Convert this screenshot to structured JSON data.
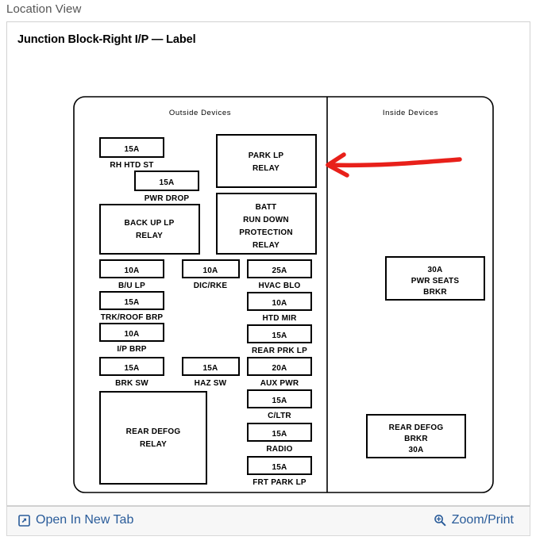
{
  "header": {
    "location_view_label": "Location View"
  },
  "card": {
    "title": "Junction Block-Right I/P — Label"
  },
  "footer": {
    "open_new_tab_label": "Open In New Tab",
    "zoom_print_label": "Zoom/Print",
    "link_color": "#2a5c9a",
    "open_new_tab_icon": "external-link-icon",
    "zoom_print_icon": "magnifier-plus-icon"
  },
  "diagram": {
    "type": "fuse-block-label",
    "annotation": {
      "kind": "red-arrow",
      "color": "#e8201a",
      "direction": "left",
      "points_at": "PARK LP RELAY"
    },
    "panels": [
      {
        "id": "outside",
        "title": "Outside  Devices"
      },
      {
        "id": "inside",
        "title": "Inside  Devices"
      }
    ],
    "outside_devices": {
      "fuses": [
        {
          "amp": "15A",
          "label": "RH HTD ST"
        },
        {
          "amp": "15A",
          "label": "PWR DROP"
        },
        {
          "amp": "10A",
          "label": "B/U LP"
        },
        {
          "amp": "10A",
          "label": "DIC/RKE"
        },
        {
          "amp": "25A",
          "label": "HVAC BLO"
        },
        {
          "amp": "15A",
          "label": "TRK/ROOF BRP"
        },
        {
          "amp": "10A",
          "label": "HTD MIR"
        },
        {
          "amp": "10A",
          "label": "I/P BRP"
        },
        {
          "amp": "15A",
          "label": "REAR PRK LP"
        },
        {
          "amp": "15A",
          "label": "BRK SW"
        },
        {
          "amp": "15A",
          "label": "HAZ SW"
        },
        {
          "amp": "20A",
          "label": "AUX PWR"
        },
        {
          "amp": "15A",
          "label": "C/LTR"
        },
        {
          "amp": "15A",
          "label": "RADIO"
        },
        {
          "amp": "15A",
          "label": "FRT PARK LP"
        }
      ],
      "relays": [
        {
          "lines": [
            "PARK LP",
            "RELAY"
          ]
        },
        {
          "lines": [
            "BACK UP LP",
            "RELAY"
          ]
        },
        {
          "lines": [
            "BATT",
            "RUN DOWN",
            "PROTECTION",
            "RELAY"
          ]
        },
        {
          "lines": [
            "REAR DEFOG",
            "RELAY"
          ]
        }
      ]
    },
    "inside_devices": {
      "breakers": [
        {
          "lines": [
            "30A",
            "PWR SEATS",
            "BRKR"
          ]
        },
        {
          "lines": [
            "REAR DEFOG",
            "BRKR",
            "30A"
          ]
        }
      ]
    }
  }
}
